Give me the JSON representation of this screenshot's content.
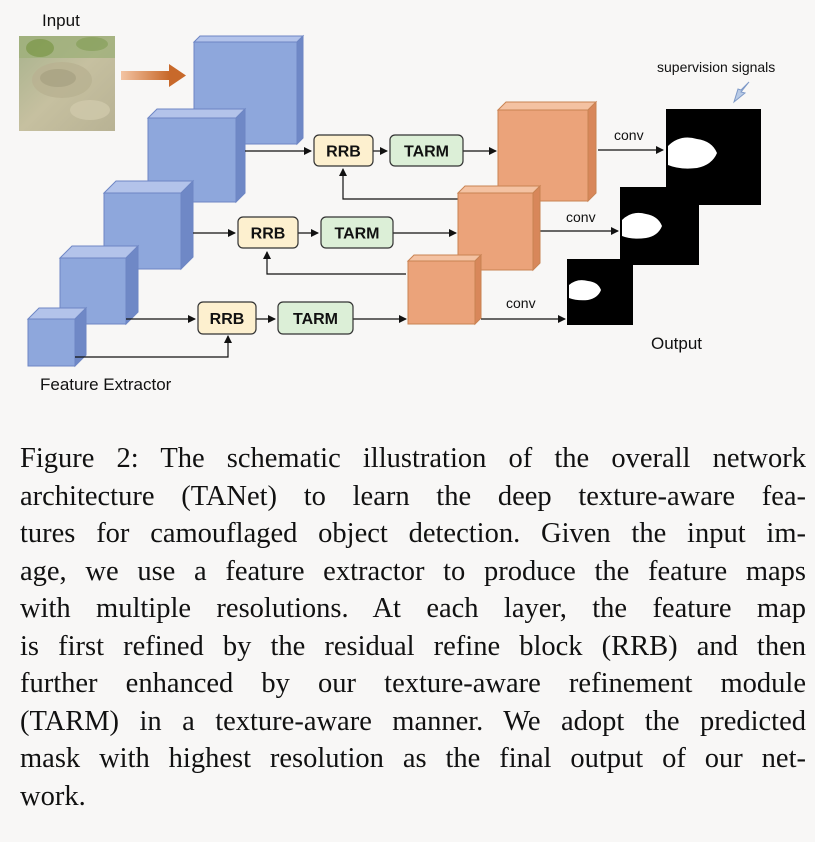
{
  "diagram": {
    "input_label": "Input",
    "supervision_label": "supervision signals",
    "feature_extractor_label": "Feature Extractor",
    "output_label": "Output",
    "rrb": "RRB",
    "tarm": "TARM",
    "conv": "conv",
    "colors": {
      "encoder_cube": "#8ea7dc",
      "decoder_cube": "#eba37a",
      "rrb_fill": "#fdf0cf",
      "tarm_fill": "#dcefd7",
      "arrow_orange": "#c8692b",
      "supervision_arrow": "#b9cbe6"
    },
    "icons": [
      "input-image",
      "output-mask",
      "supervision-arrow-icon"
    ]
  },
  "caption": {
    "lines": [
      "Figure 2: The schematic illustration of the overall network",
      "architecture (TANet) to learn the deep texture-aware fea-",
      "tures for camouflaged object detection. Given the input im-",
      "age, we use a feature extractor to produce the feature maps",
      "with multiple resolutions.  At each layer, the feature map",
      "is first refined by the residual refine block (RRB) and then",
      "further enhanced by our texture-aware refinement module",
      "(TARM) in a texture-aware manner. We adopt the predicted",
      "mask with highest resolution as the final output of our net-",
      "work."
    ]
  }
}
